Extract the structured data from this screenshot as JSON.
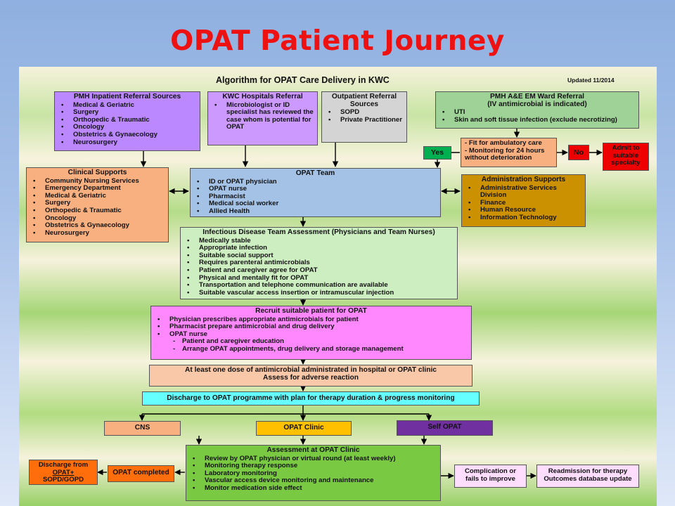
{
  "title": "OPAT Patient Journey",
  "panel": {
    "title": "Algorithm for OPAT Care Delivery in KWC",
    "updated": "Updated 11/2014"
  },
  "pmh": {
    "title": "PMH Inpatient Referral Sources",
    "items": [
      "Medical & Geriatric",
      "Surgery",
      "Orthopedic & Traumatic",
      "Oncology",
      "Obstetrics & Gynaecology",
      "Neurosurgery"
    ]
  },
  "kwc": {
    "title": "KWC Hospitals Referral",
    "items": [
      "Microbiologist or ID specialist has reviewed the case whom is potential for OPAT"
    ]
  },
  "outpt": {
    "title": "Outpatient Referral Sources",
    "items": [
      "SOPD",
      "Private Practitioner"
    ]
  },
  "ae": {
    "title": "PMH A&E EM Ward Referral",
    "subtitle": "(IV antimicrobial is indicated)",
    "items": [
      "UTI",
      "Skin and soft tissue infection (exclude necrotizing)"
    ]
  },
  "fit": {
    "items": [
      "- Fit for ambulatory care",
      "- Monitoring for 24 hours without deterioration"
    ]
  },
  "yes": "Yes",
  "no": "No",
  "admit": "Admit to suitable specialty",
  "clinical": {
    "title": "Clinical Supports",
    "items": [
      "Community Nursing Services",
      "Emergency Department",
      "Medical & Geriatric",
      "Surgery",
      "Orthopedic & Traumatic",
      "Oncology",
      "Obstetrics & Gynaecology",
      "Neurosurgery"
    ]
  },
  "team": {
    "title": "OPAT Team",
    "items": [
      "ID or OPAT physician",
      "OPAT nurse",
      "Pharmacist",
      "Medical social worker",
      "Allied Health"
    ]
  },
  "admin": {
    "title": "Administration Supports",
    "items": [
      "Administrative Services Division",
      "Finance",
      "Human Resource",
      "Information Technology"
    ]
  },
  "assess": {
    "title": "Infectious Disease Team Assessment (Physicians and Team Nurses)",
    "items": [
      "Medically stable",
      "Appropriate infection",
      "Suitable social support",
      "Requires parenteral antimicrobials",
      "Patient and caregiver agree for OPAT",
      "Physical and mentally fit for OPAT",
      "Transportation and telephone communication are available",
      "Suitable vascular access insertion or intramuscular injection"
    ]
  },
  "recruit": {
    "title": "Recruit suitable patient for OPAT",
    "items": [
      "Physician prescribes appropriate antimicrobials for patient",
      "Pharmacist prepare antimicrobial and drug delivery",
      "OPAT nurse"
    ],
    "subitems": [
      "Patient and caregiver education",
      "Arrange OPAT appointments, drug delivery and storage management"
    ]
  },
  "dose": {
    "line1": "At least one dose of antimicrobial administrated in hospital or OPAT clinic",
    "line2": "Assess for adverse reaction"
  },
  "discharge": "Discharge to OPAT programme with plan for therapy duration & progress monitoring",
  "cns": "CNS",
  "clinic": "OPAT Clinic",
  "self": "Self OPAT",
  "assessClinic": {
    "title": "Assessment at OPAT Clinic",
    "items": [
      "Review by OPAT physician or virtual round (at least weekly)",
      "Monitoring therapy response",
      "Laboratory monitoring",
      "Vascular access device monitoring and maintenance",
      "Monitor medication side effect"
    ]
  },
  "completed": "OPAT completed",
  "dischargeFrom": {
    "line1": "Discharge from",
    "line2": "OPAT+",
    "line3": "SOPD/GOPD"
  },
  "complication": "Complication or fails to improve",
  "readmission": {
    "line1": "Readmission for therapy",
    "line2": "Outcomes database update"
  },
  "colors": {
    "purple": "#bb88ff",
    "kwc": "#cc99ff",
    "grey": "#d4d4d4",
    "green": "#9ed296",
    "orange": "#f8b080",
    "blue": "#a3c2e6",
    "gold": "#cc9100",
    "lightgreen": "#cdeec0",
    "pink": "#ff88ff",
    "peach": "#f8c8a8",
    "cyan": "#66ffff",
    "yellow": "#ffc000",
    "violet": "#7030a0",
    "green2": "#7ac943",
    "orange2": "#ff6e0a",
    "lightpink": "#ffddff",
    "red": "#ee0000"
  }
}
